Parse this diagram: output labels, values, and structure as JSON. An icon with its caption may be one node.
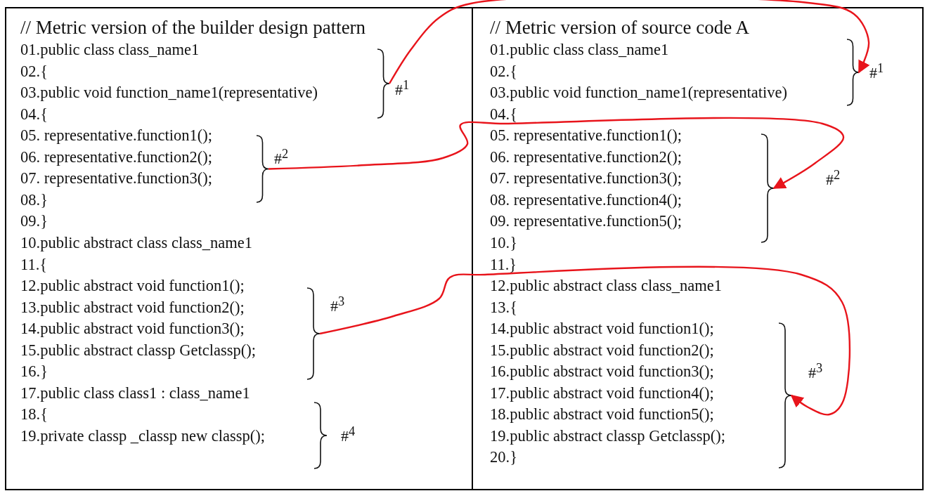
{
  "diagram": {
    "nodes": [
      {
        "text": [
          "// Metric version of the builder design pattern",
          "01.public class class_name1",
          "02.{",
          "03.public void function_name1(representative)",
          "04.{",
          "05. representative.function1();",
          "06. representative.function2();",
          "07. representative.function3();",
          "08.}",
          "09.}",
          "10.public abstract class class_name1",
          "11.{",
          "12.public abstract void function1();",
          "13.public abstract void function2();",
          "14.public abstract void function3();",
          "15.public abstract classp Getclassp();",
          "16.}",
          "17.public class class1 : class_name1",
          "18.{",
          "19.private classp  _classp new classp();"
        ]
      },
      {
        "text": [],
        "shape": "brace",
        "in": 0,
        "beside": [
          "#$^{1}$"
        ]
      },
      {
        "text": [],
        "shape": "brace",
        "in": 0,
        "beside": [
          "#$^{2}$"
        ]
      },
      {
        "text": [],
        "shape": "brace",
        "in": 0,
        "beside": [
          "#$^{3}$"
        ]
      },
      {
        "text": [],
        "shape": "brace",
        "in": 0,
        "beside": [
          "#$^{4}$"
        ]
      },
      {
        "text": [
          "// Metric version of source code A",
          "01.public class class_name1",
          "02.{",
          "03.public void function_name1(representative)",
          "04.{",
          "05. representative.function1();",
          "06. representative.function2();",
          "07. representative.function3();",
          "08. representative.function4();",
          "09. representative.function5();",
          "10.}",
          "11.}",
          "12.public abstract class class_name1",
          "13.{",
          "14.public abstract void function1();",
          "15.public abstract void function2();",
          "16.public abstract void function3();",
          "17.public abstract void function4();",
          "18.public abstract void function5();",
          "19.public abstract classp Getclassp();",
          "20.}"
        ]
      },
      {
        "text": [],
        "shape": "brace",
        "in": 5,
        "beside": [
          "#$^{1}$"
        ]
      },
      {
        "text": [],
        "shape": "brace",
        "in": 5,
        "beside": [
          "#$^{2}$"
        ]
      },
      {
        "text": [],
        "shape": "brace",
        "in": 5,
        "beside": [
          "#$^{3}$"
        ]
      }
    ],
    "edges": [
      {
        "from": 1,
        "to": 6,
        "arrow": "to"
      },
      {
        "from": 2,
        "to": 7,
        "arrow": "to"
      },
      {
        "from": 3,
        "to": 8,
        "arrow": "to"
      }
    ]
  }
}
